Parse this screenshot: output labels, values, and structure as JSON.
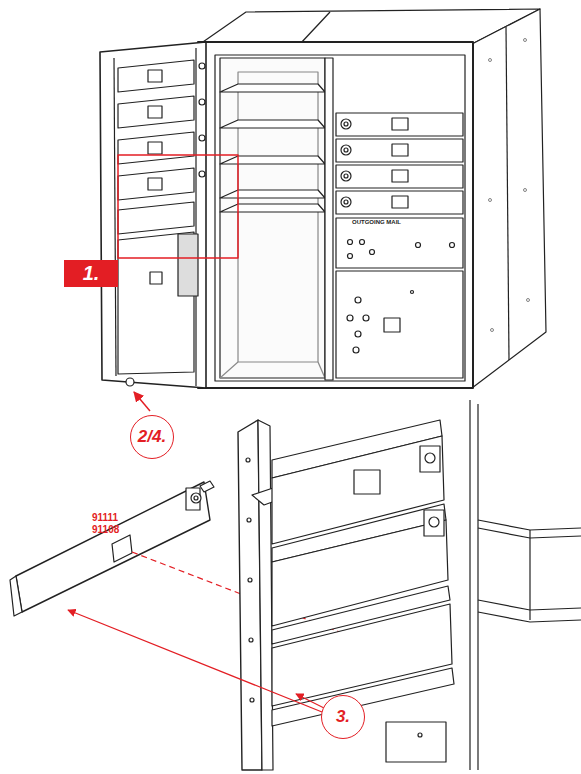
{
  "diagram": {
    "nodes": [
      {
        "text": [
          "1."
        ]
      },
      {
        "text": [
          "2/4."
        ]
      },
      {
        "text": [
          "3."
        ]
      }
    ],
    "labels": [
      "91111",
      "91108",
      "OUTGOING MAIL"
    ]
  }
}
